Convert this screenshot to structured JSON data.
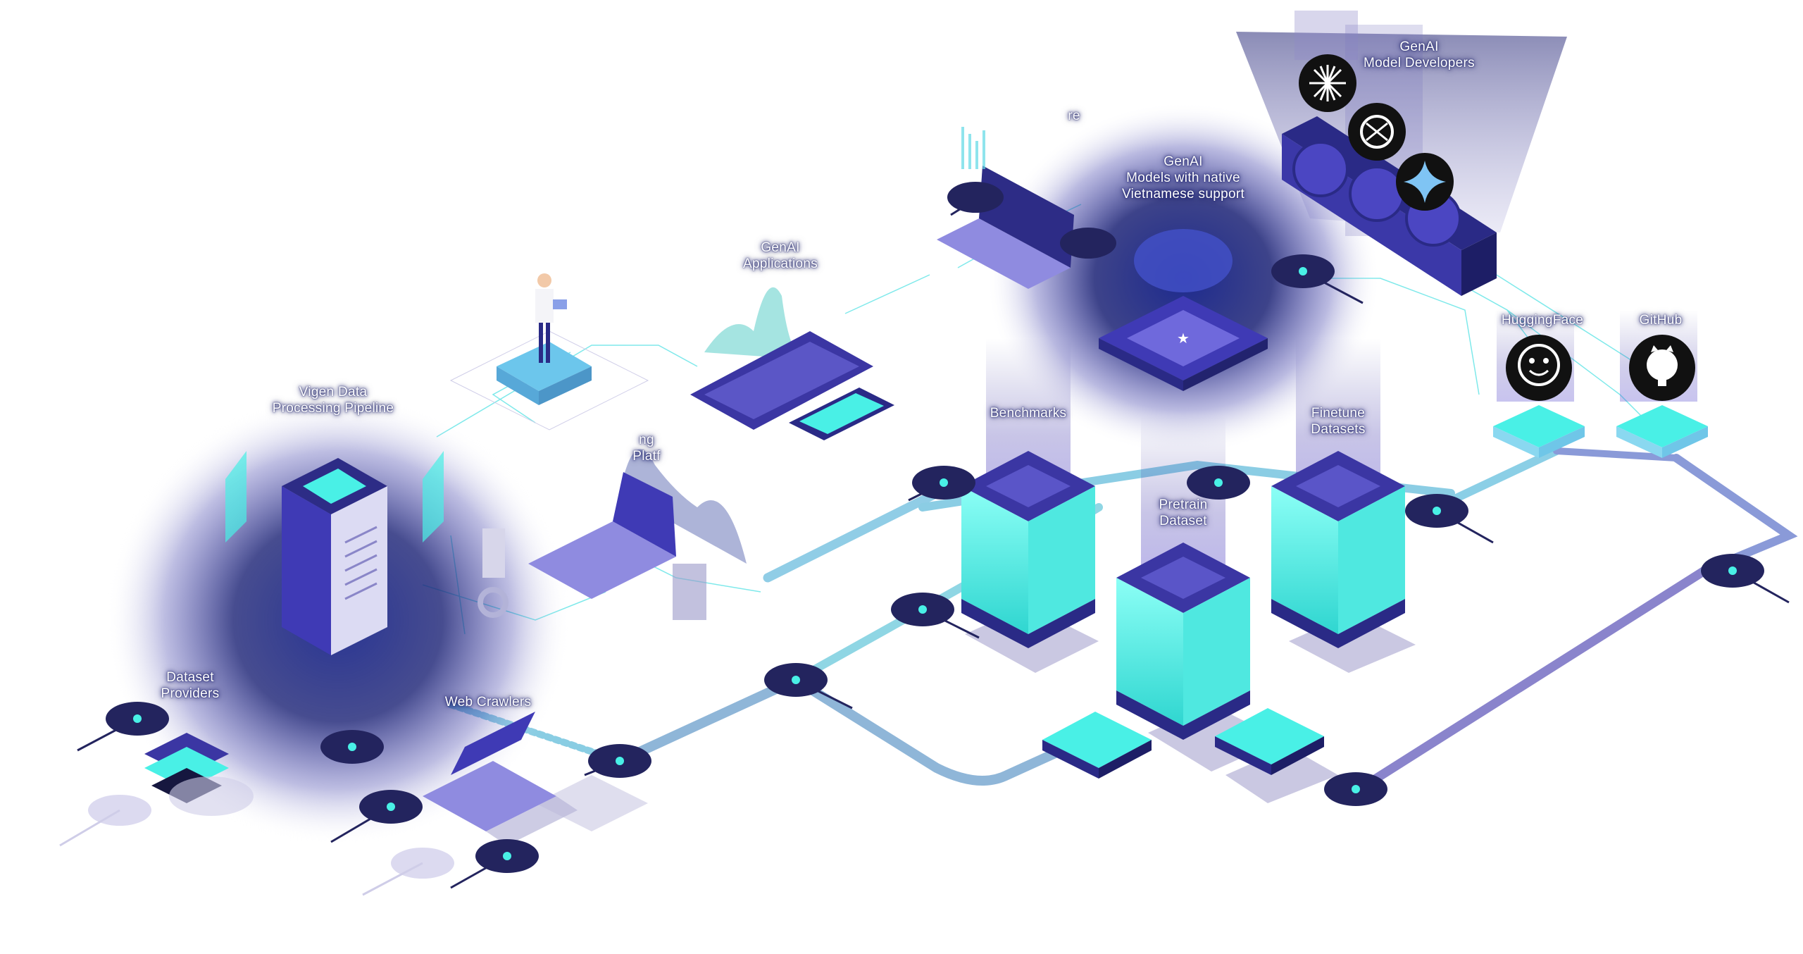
{
  "diagram": {
    "nodes": {
      "vigen_pipeline": "Vigen Data\nProcessing Pipeline",
      "dataset_providers": "Dataset\nProviders",
      "web_crawlers": "Web Crawlers",
      "genai_applications": "GenAI\nApplications",
      "genai_models_vn": "GenAI\nModels with native\nVietnamese support",
      "genai_model_developers": "GenAI\nModel Developers",
      "benchmarks": "Benchmarks",
      "pretrain_dataset": "Pretrain\nDataset",
      "finetune_datasets": "Finetune\nDatasets",
      "huggingface": "HuggingFace",
      "github": "GitHub",
      "partial_platform": "ng\nPlatf",
      "partial_top": "re"
    },
    "colors": {
      "navy": "#232770",
      "indigo": "#4b44b8",
      "violet": "#7b6fe0",
      "cyan": "#49f0e6",
      "teal": "#2fc7d0",
      "lavender": "#c9c7ea"
    },
    "icons": [
      "perplexity-like-burst-icon",
      "openai-icon",
      "gemini-star-icon",
      "huggingface-icon",
      "github-icon"
    ]
  }
}
